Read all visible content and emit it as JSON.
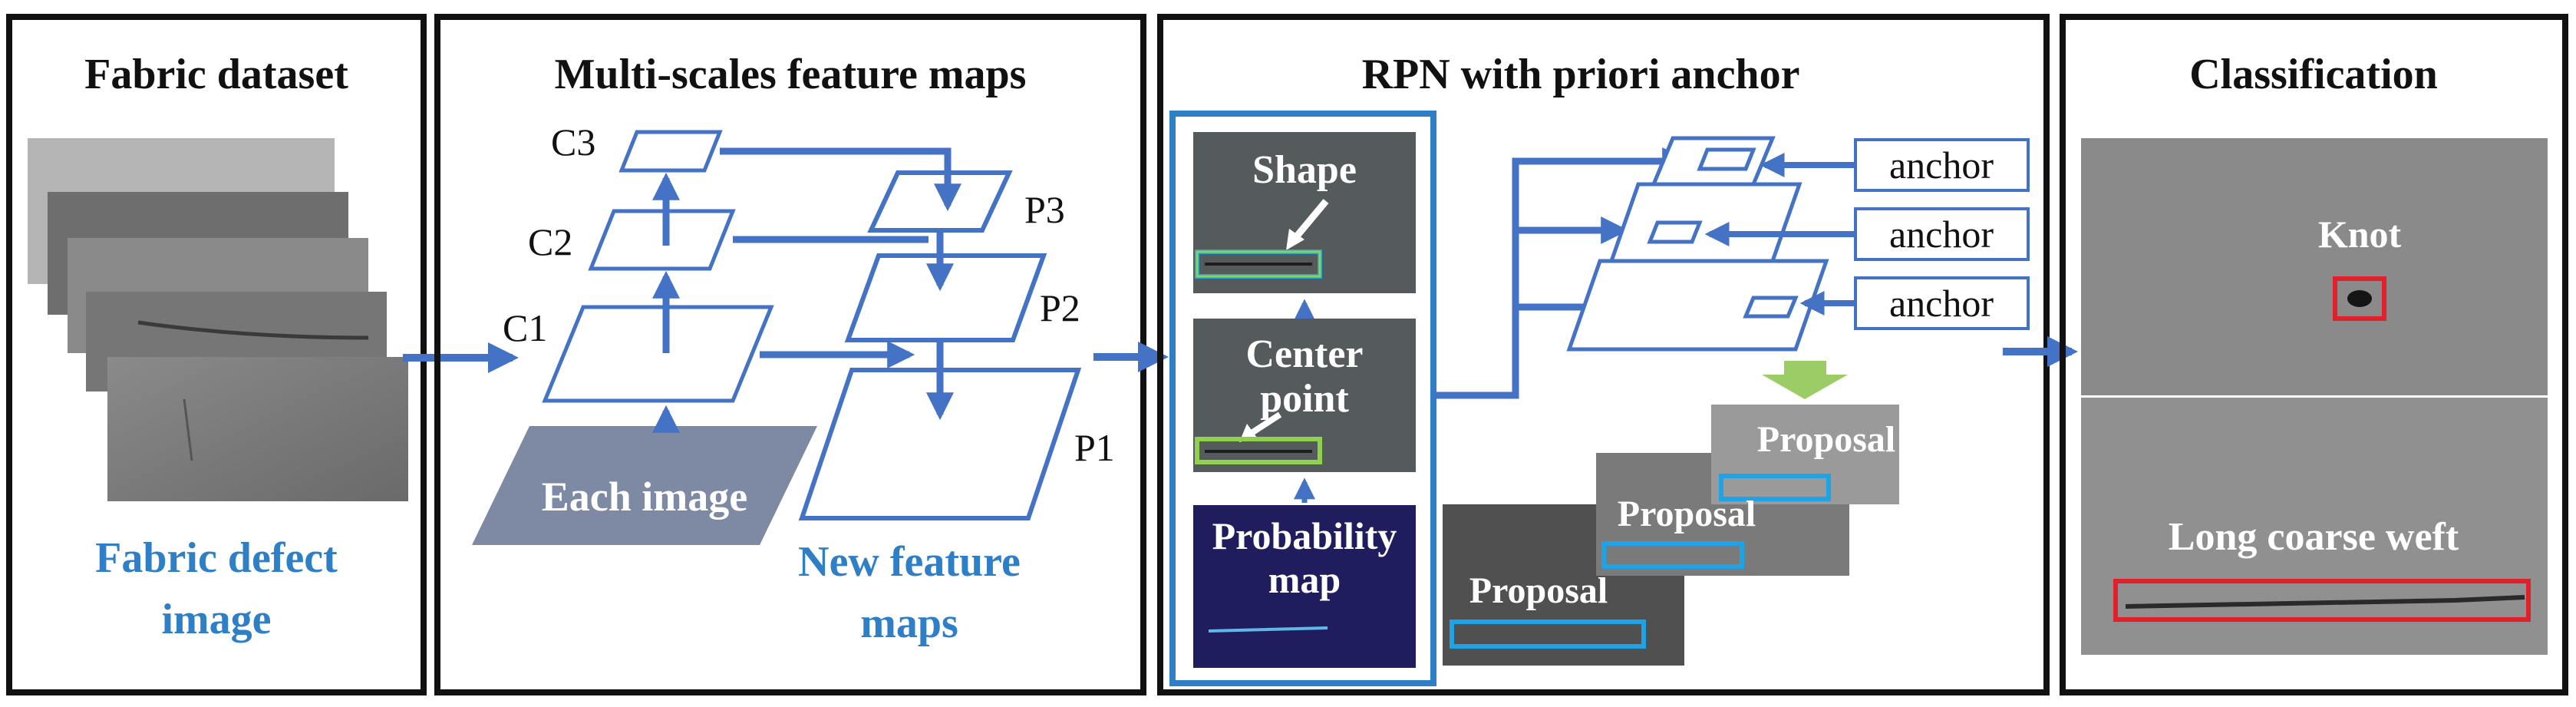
{
  "panels": {
    "fabric": {
      "title": "Fabric dataset",
      "caption_line1": "Fabric defect",
      "caption_line2": "image"
    },
    "multiscale": {
      "title": "Multi-scales feature maps",
      "c3": "C3",
      "c2": "C2",
      "c1": "C1",
      "p3": "P3",
      "p2": "P2",
      "p1": "P1",
      "each_image": "Each image",
      "caption_line1": "New feature",
      "caption_line2": "maps"
    },
    "rpn": {
      "title": "RPN with priori anchor",
      "shape": "Shape",
      "center_line1": "Center",
      "center_line2": "point",
      "prob_line1": "Probability",
      "prob_line2": "map",
      "anchor1": "anchor",
      "anchor2": "anchor",
      "anchor3": "anchor",
      "proposal1": "Proposal",
      "proposal2": "Proposal",
      "proposal3": "Proposal"
    },
    "classification": {
      "title": "Classification",
      "knot": "Knot",
      "weft": "Long coarse weft"
    }
  },
  "colors": {
    "arrow_blue": "#4472c4",
    "caption_blue": "#2f7fc7",
    "box_cyan": "#1fa3e6",
    "box_green": "#8fd14f",
    "box_red": "#e0202a",
    "green_arrow": "#9ccc65",
    "prob_map_bg": "#1f1d5e"
  }
}
